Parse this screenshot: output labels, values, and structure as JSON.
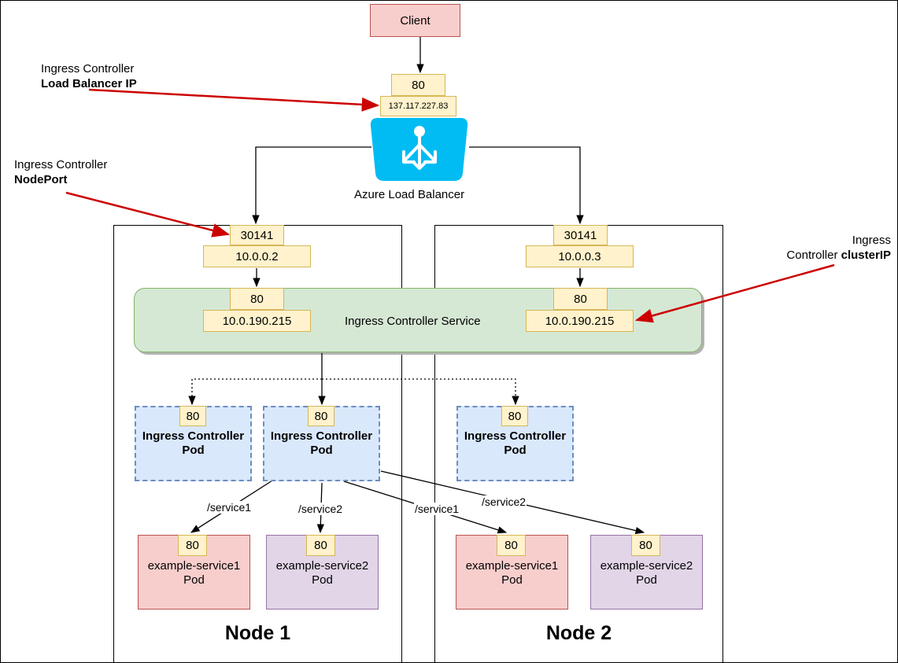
{
  "client": {
    "label": "Client"
  },
  "load_balancer": {
    "port": "80",
    "ip": "137.117.227.83",
    "label": "Azure Load Balancer"
  },
  "nodes": [
    {
      "title": "Node 1",
      "nodeport": "30141",
      "node_ip": "10.0.0.2",
      "svc_port": "80",
      "cluster_ip": "10.0.190.215"
    },
    {
      "title": "Node 2",
      "nodeport": "30141",
      "node_ip": "10.0.0.3",
      "svc_port": "80",
      "cluster_ip": "10.0.190.215"
    }
  ],
  "service": {
    "label": "Ingress Controller Service"
  },
  "ingress_pods": [
    {
      "port": "80",
      "line1": "Ingress Controller",
      "line2": "Pod"
    },
    {
      "port": "80",
      "line1": "Ingress Controller",
      "line2": "Pod"
    },
    {
      "port": "80",
      "line1": "Ingress Controller",
      "line2": "Pod"
    }
  ],
  "service_pods": [
    {
      "port": "80",
      "line1": "example-service1",
      "line2": "Pod"
    },
    {
      "port": "80",
      "line1": "example-service2",
      "line2": "Pod"
    },
    {
      "port": "80",
      "line1": "example-service1",
      "line2": "Pod"
    },
    {
      "port": "80",
      "line1": "example-service2",
      "line2": "Pod"
    }
  ],
  "route_labels": [
    "/service1",
    "/service2",
    "/service1",
    "/service2"
  ],
  "annotations": {
    "lb_ip": {
      "line1": "Ingress Controller",
      "line2": "Load Balancer IP"
    },
    "nodeport": {
      "line1": "Ingress Controller",
      "line2": "NodePort"
    },
    "cluster_ip": {
      "line1": "Ingress",
      "line2_plain": "Controller ",
      "line2_bold": "clusterIP"
    }
  },
  "colors": {
    "annotation_arrow": "#cc0000",
    "lb_icon": "#00bcf2"
  }
}
